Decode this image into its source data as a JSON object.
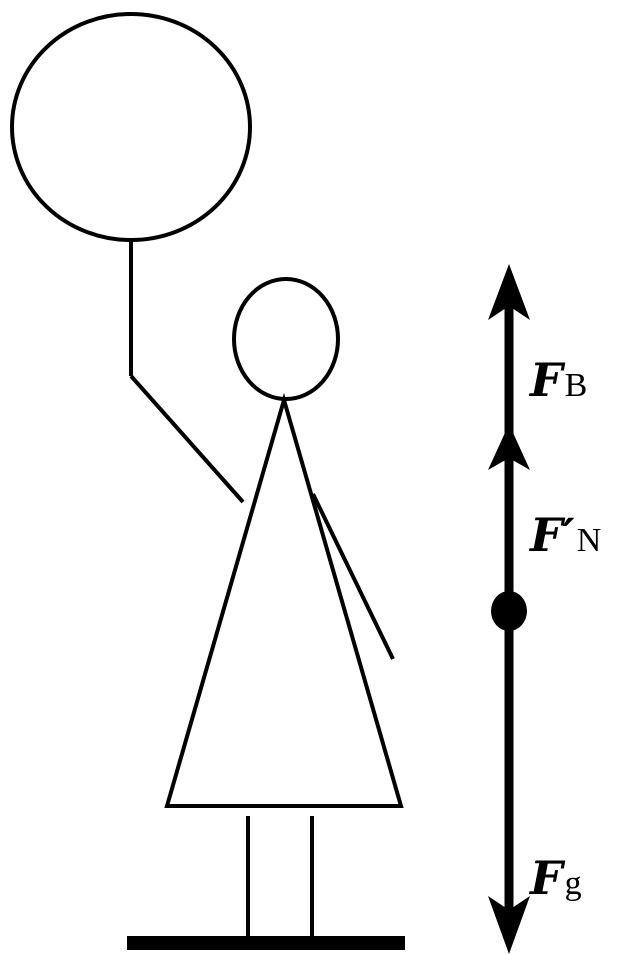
{
  "diagram": {
    "forces": [
      {
        "symbol": "F",
        "subscript": "B",
        "direction": "up"
      },
      {
        "symbol": "F′",
        "subscript": "N",
        "direction": "up"
      },
      {
        "symbol": "F",
        "subscript": "g",
        "direction": "down"
      }
    ],
    "stroke_color": "#000000",
    "background_color": "#ffffff"
  }
}
